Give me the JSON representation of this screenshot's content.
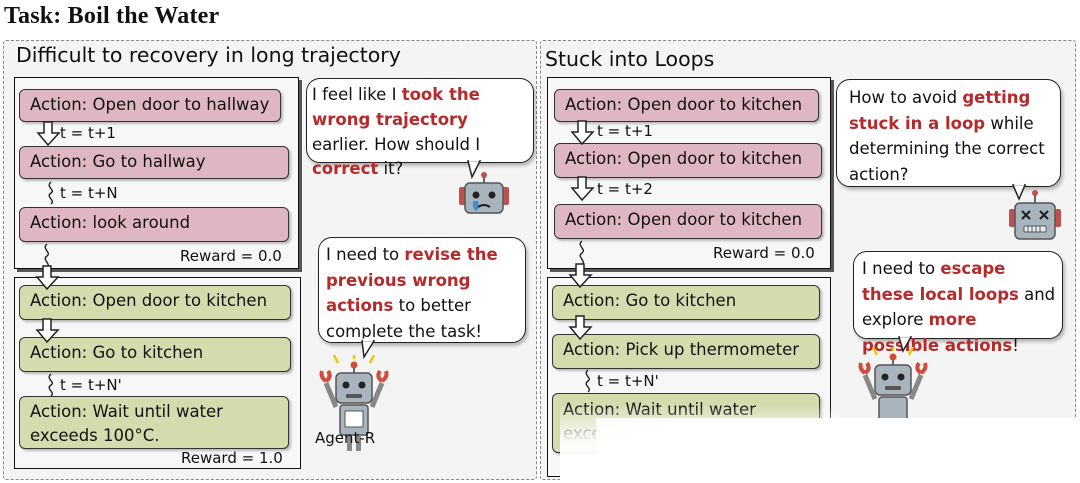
{
  "task_title": "Task: Boil the Water",
  "left_panel": {
    "title": "Difficult to recovery in long trajectory",
    "actions": [
      "Action: Open door to hallway",
      "Action: Go to hallway",
      "Action: look around",
      "Action: Open door to kitchen",
      "Action: Go to kitchen",
      "Action: Wait until water\nexceeds 100°C."
    ],
    "steps": [
      "t = t+1",
      "t = t+N",
      "t = t+N'"
    ],
    "rewards": [
      "Reward = 0.0",
      "Reward = 1.0"
    ],
    "bubble_top": {
      "p1": "I feel like I ",
      "h1": "took the wrong trajectory",
      "p2": " earlier. How should I ",
      "h2": "correct",
      "p3": " it?"
    },
    "bubble_bottom": {
      "p1": "I need to ",
      "h1": "revise the previous wrong actions",
      "p2": " to better complete the task!"
    },
    "agent_label": "Agent-R"
  },
  "right_panel": {
    "title": "Stuck into Loops",
    "actions": [
      "Action: Open door to kitchen",
      "Action: Open door to kitchen",
      "Action: Open door to kitchen",
      "Action: Go to kitchen",
      "Action: Pick up thermometer",
      "Action: Wait until water",
      "exce"
    ],
    "steps": [
      "t = t+1",
      "t = t+2",
      "t = t+N'"
    ],
    "reward": "Reward = 0.0",
    "bubble_top": {
      "p1": "How to avoid ",
      "h1": "getting stuck in a loop",
      "p2": " while determining the correct action?"
    },
    "bubble_bottom": {
      "p1": "I need to ",
      "h1": "escape these local loops",
      "p2": " and explore ",
      "h2": "more possible actions",
      "p3": "!"
    }
  },
  "colors": {
    "pink": "#dfb7c3",
    "green": "#d4dcae",
    "highlight": "#b52a2a"
  }
}
